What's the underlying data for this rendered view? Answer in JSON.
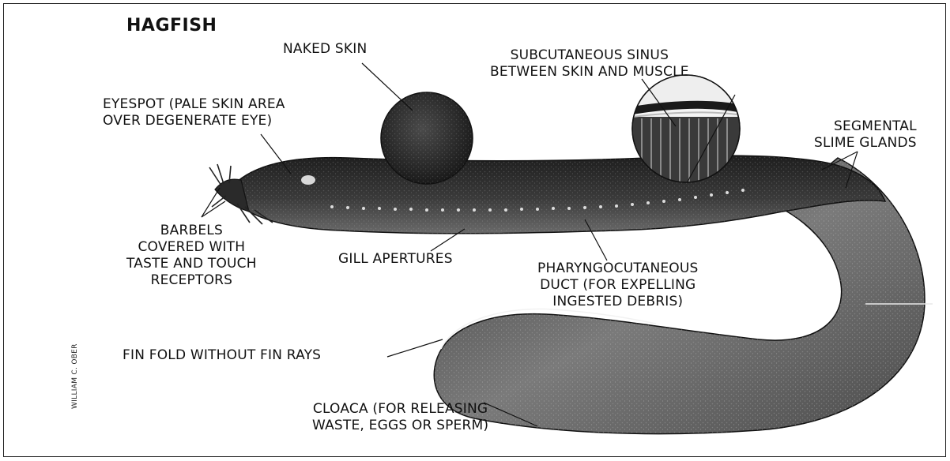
{
  "title": "HAGFISH",
  "credit": "WILLIAM C. OBER",
  "labels": {
    "naked_skin": "NAKED SKIN",
    "sinus": [
      "SUBCUTANEOUS SINUS",
      "BETWEEN SKIN AND MUSCLE"
    ],
    "eyespot": [
      "EYESPOT (PALE SKIN AREA",
      "OVER DEGENERATE EYE)"
    ],
    "slime_glands": [
      "SEGMENTAL",
      "SLIME GLANDS"
    ],
    "barbels": [
      "BARBELS",
      "COVERED WITH",
      "TASTE AND TOUCH",
      "RECEPTORS"
    ],
    "gill": "GILL APERTURES",
    "duct": [
      "PHARYNGOCUTANEOUS",
      "DUCT (FOR EXPELLING",
      "INGESTED DEBRIS)"
    ],
    "fin_fold": "FIN FOLD WITHOUT FIN RAYS",
    "cloaca": [
      "CLOACA (FOR RELEASING",
      "WASTE, EGGS OR SPERM)"
    ]
  },
  "colors": {
    "body_dark": "#2a2a2a",
    "body_mid": "#555555",
    "body_light": "#9a9a9a",
    "line": "#111111"
  }
}
